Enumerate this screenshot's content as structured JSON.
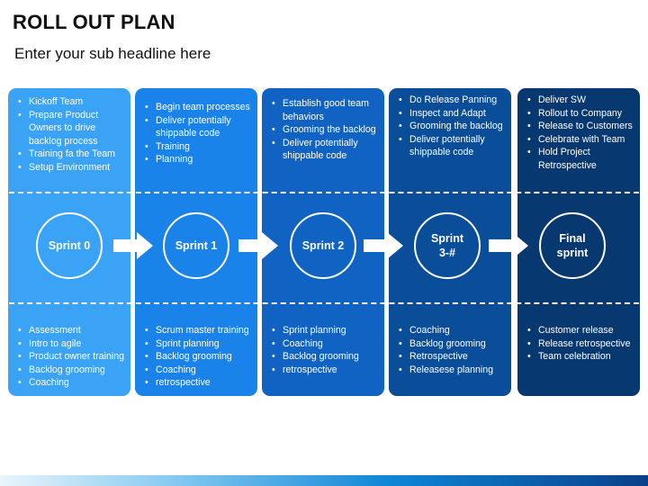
{
  "title": "ROLL OUT PLAN",
  "subtitle": "Enter your sub headline here",
  "colors": [
    "#3aa3f5",
    "#1a83ea",
    "#1063c2",
    "#0a4d99",
    "#07386f"
  ],
  "sprints": [
    {
      "label": "Sprint 0",
      "top_items": [
        "Kickoff Team",
        "Prepare Product Owners to drive backlog process",
        "Training fa the Team",
        "Setup Environment"
      ],
      "bottom_items": [
        "Assessment",
        "Intro to agile",
        "Product owner training",
        "Backlog grooming",
        "Coaching"
      ]
    },
    {
      "label": "Sprint 1",
      "top_items": [
        "Begin team processes",
        "Deliver potentially shippable code",
        "Training",
        "Planning"
      ],
      "bottom_items": [
        "Scrum master training",
        "Sprint planning",
        "Backlog grooming",
        "Coaching",
        "retrospective"
      ]
    },
    {
      "label": "Sprint 2",
      "top_items": [
        "Establish good team behaviors",
        "Grooming the backlog",
        "Deliver potentially shippable code"
      ],
      "bottom_items": [
        "Sprint planning",
        "Coaching",
        "Backlog grooming",
        "retrospective"
      ]
    },
    {
      "label": "Sprint 3-#",
      "top_items": [
        "Do Release Panning",
        "Inspect and Adapt",
        "Grooming the backlog",
        "Deliver potentially shippable code"
      ],
      "bottom_items": [
        "Coaching",
        "Backlog grooming",
        "Retrospective",
        "Releasese planning"
      ]
    },
    {
      "label": "Final sprint",
      "top_items": [
        "Deliver SW",
        "Rollout to Company",
        "Release to Customers",
        "Celebrate with Team",
        "Hold Project Retrospective"
      ],
      "bottom_items": [
        "Customer release",
        "Release retrospective",
        "Team celebration"
      ]
    }
  ]
}
